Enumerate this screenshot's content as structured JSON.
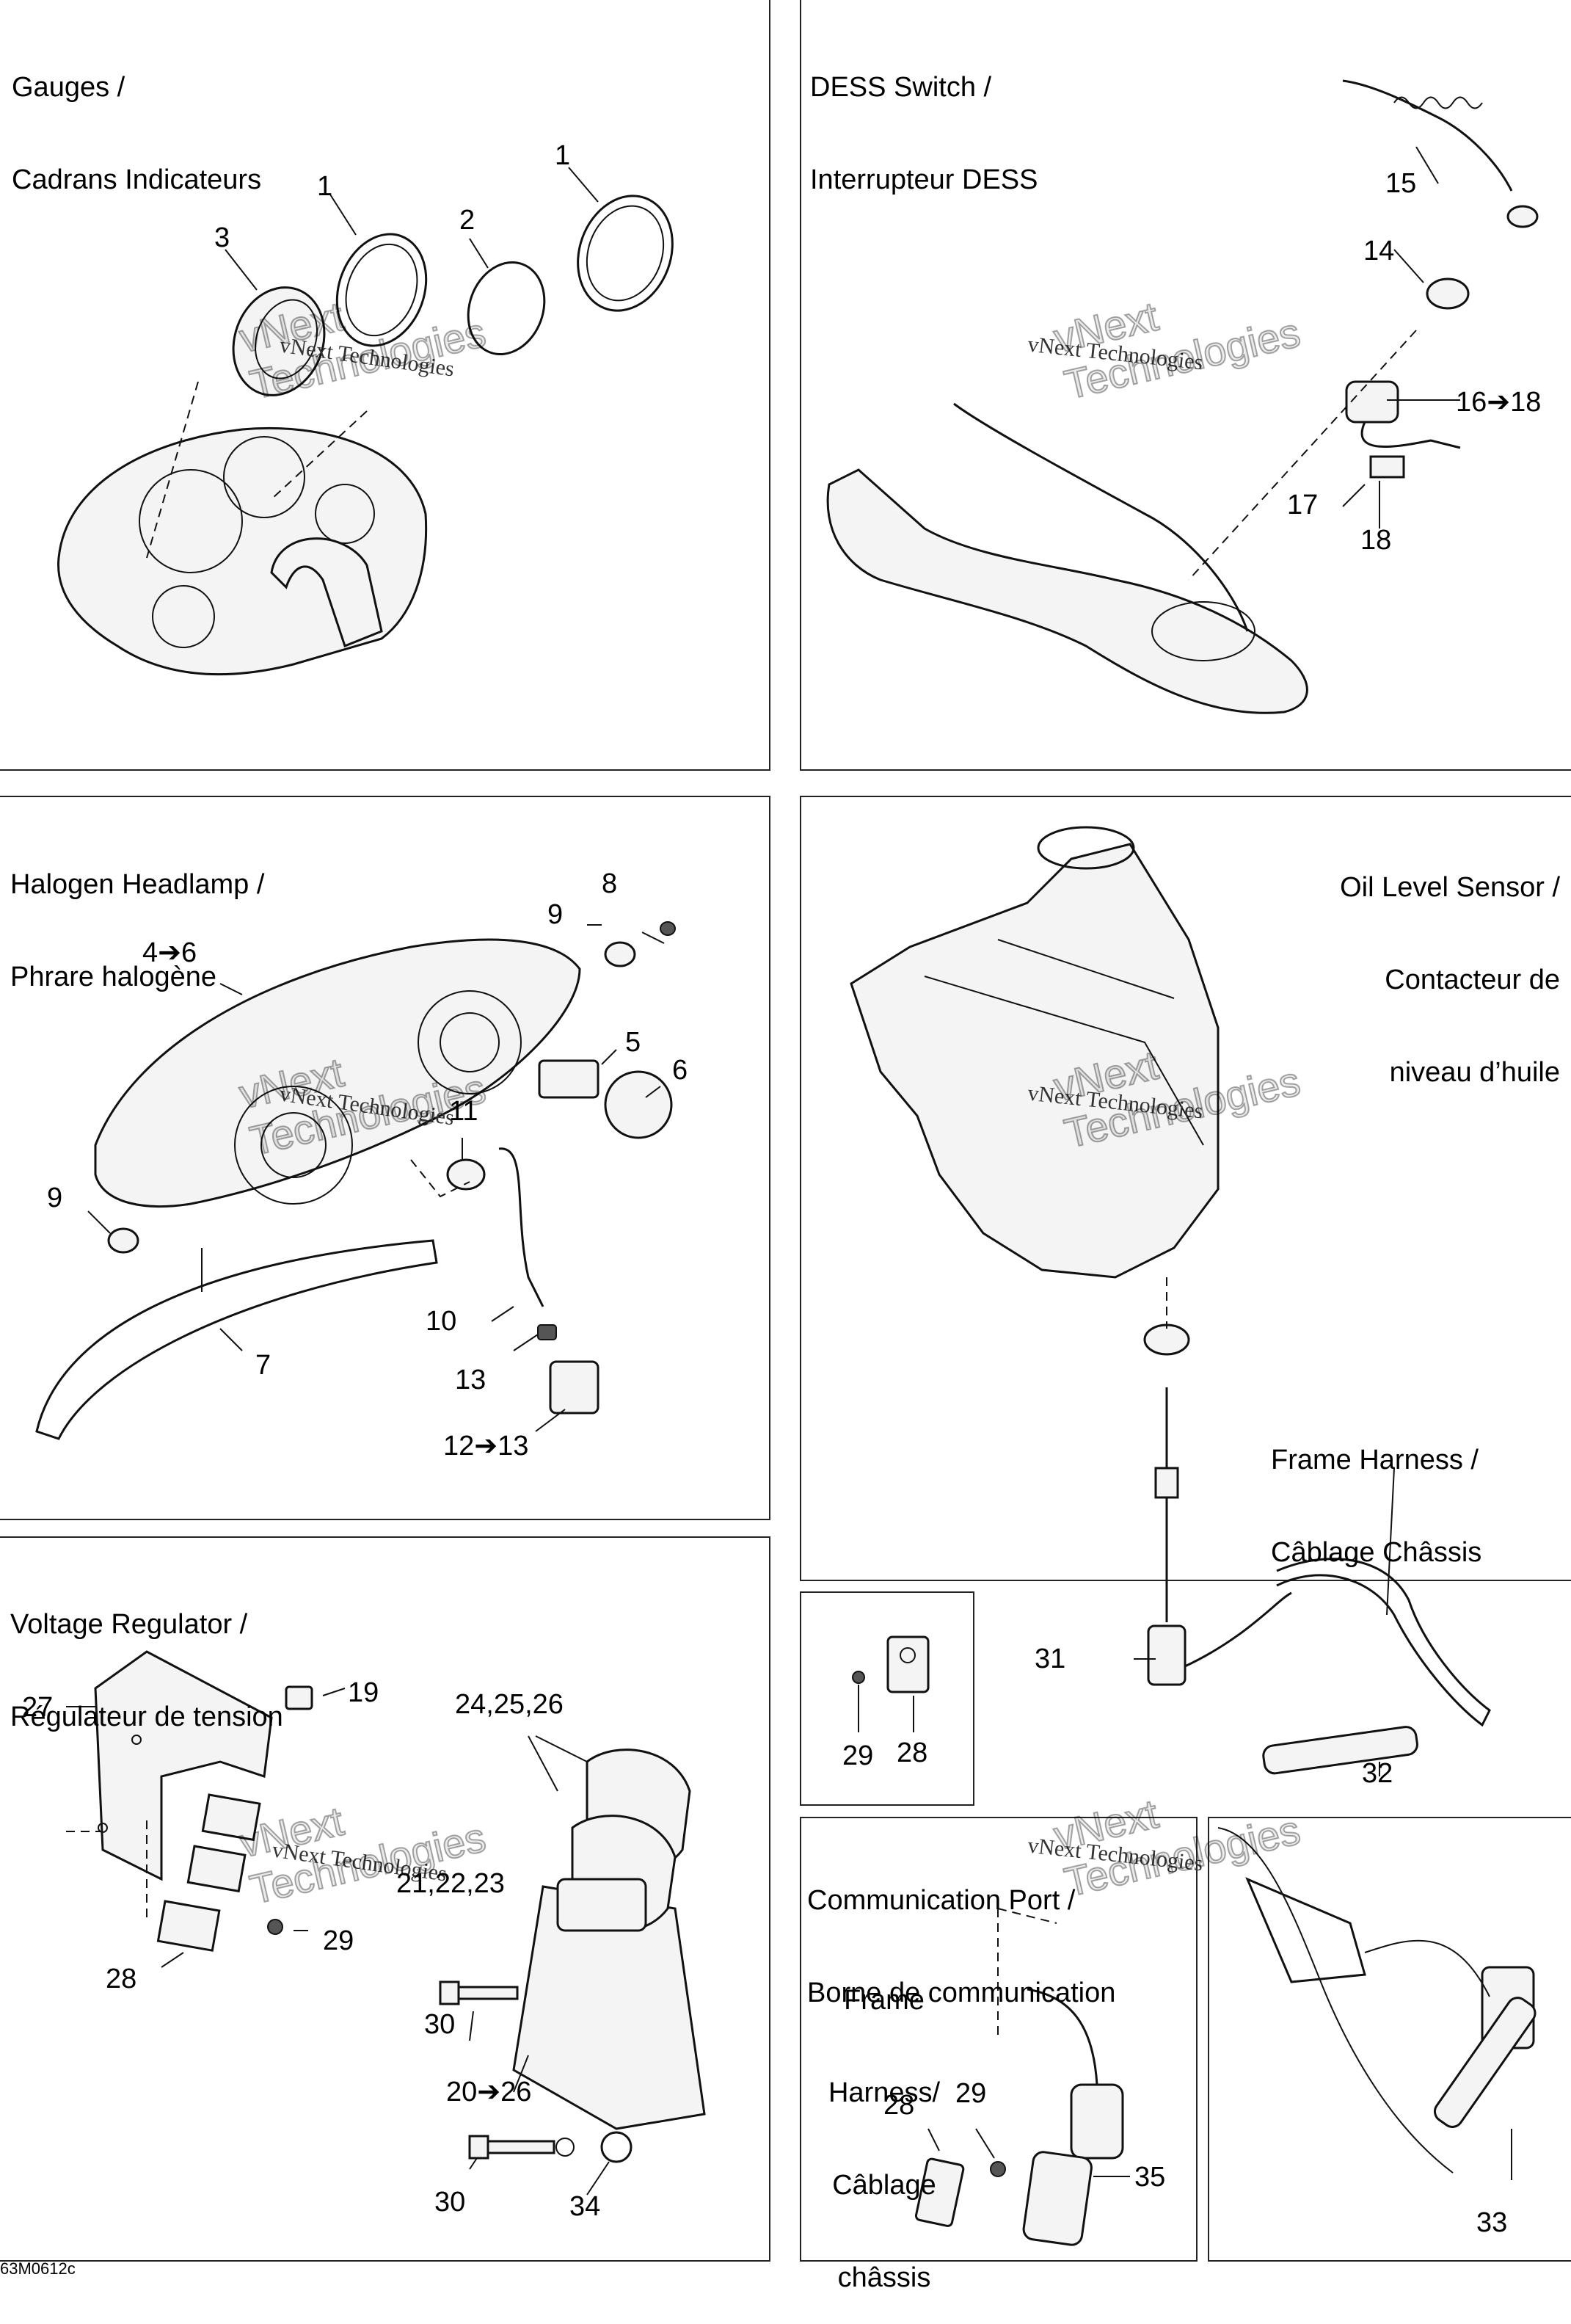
{
  "panels": {
    "gauges": {
      "title_line1": "Gauges /",
      "title_line2": "Cadrans Indicateurs"
    },
    "dess": {
      "title_line1": "DESS Switch /",
      "title_line2": "Interrupteur DESS"
    },
    "headlamp": {
      "title_line1": "Halogen Headlamp /",
      "title_line2": "Phrare halogène"
    },
    "oil": {
      "title_line1": "Oil Level Sensor /",
      "title_line2": "Contacteur de",
      "title_line3": "niveau d’huile"
    },
    "regulator": {
      "title_line1": "Voltage Regulator /",
      "title_line2": "Régulateur de tension"
    },
    "comm": {
      "title_line1": "Communication Port /",
      "title_line2": "Borne de communication"
    }
  },
  "inner_labels": {
    "frame_harness_1": "Frame Harness /",
    "frame_harness_2": "Câblage Châssis",
    "comm_frame_1": "Frame",
    "comm_frame_2": "Harness/",
    "comm_frame_3": "Câblage",
    "comm_frame_4": "châssis"
  },
  "watermark": {
    "line1": "vNext Technologies",
    "big1": "vNext",
    "big2": "Technologies"
  },
  "callouts": {
    "g_1a": "1",
    "g_1b": "1",
    "g_2": "2",
    "g_3": "3",
    "d_15": "15",
    "d_14": "14",
    "d_16_18": "16➔18",
    "d_17": "17",
    "d_18": "18",
    "h_8": "8",
    "h_9a": "9",
    "h_4_6": "4➔6",
    "h_5": "5",
    "h_6": "6",
    "h_11": "11",
    "h_9b": "9",
    "h_10": "10",
    "h_7": "7",
    "h_13": "13",
    "h_12_13": "12➔13",
    "r_27": "27",
    "r_19": "19",
    "r_24_26": "24,25,26",
    "r_21_23": "21,22,23",
    "r_29": "29",
    "r_28": "28",
    "r_30a": "30",
    "r_20_26": "20➔26",
    "r_30b": "30",
    "r_34": "34",
    "o_31": "31",
    "o_32": "32",
    "o_29": "29",
    "o_28": "28",
    "c_28": "28",
    "c_29": "29",
    "c_35": "35",
    "c_33": "33"
  },
  "footer": "63M0612c"
}
